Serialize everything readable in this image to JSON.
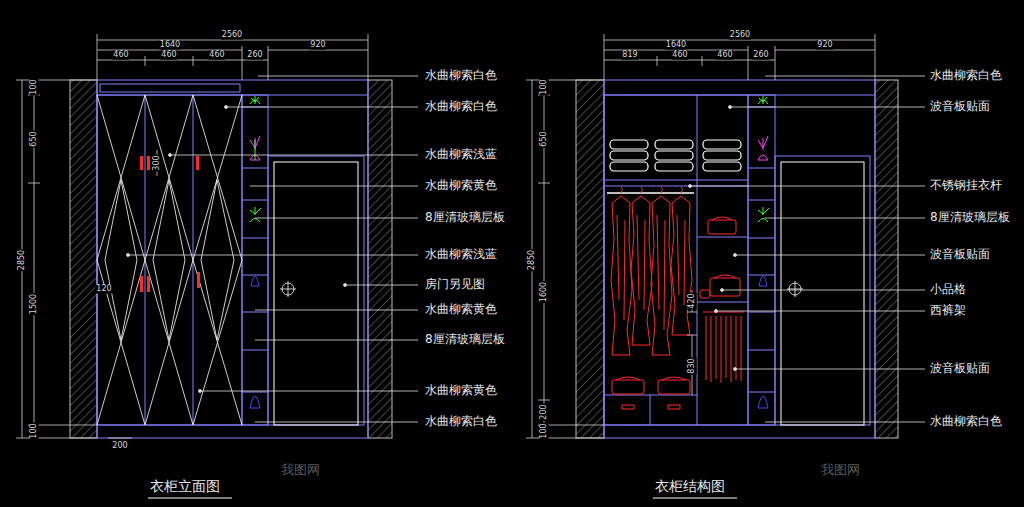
{
  "diagram": {
    "labels": [
      "2560",
      "1640",
      "920",
      "460",
      "460",
      "460",
      "260",
      "100",
      "650",
      "2850",
      "1500",
      "100",
      "300",
      "120",
      "200",
      "2560",
      "1640",
      "920",
      "819",
      "460",
      "460",
      "260",
      "100",
      "650",
      "2850",
      "1600",
      "200",
      "100",
      "420",
      "830",
      "水曲柳索白色",
      "水曲柳索白色",
      "水曲柳索浅蓝",
      "水曲柳索黄色",
      "8厘清玻璃层板",
      "水曲柳索浅蓝",
      "房门另见图",
      "水曲柳索黄色",
      "8厘清玻璃层板",
      "水曲柳索黄色",
      "水曲柳索白色",
      "水曲柳索白色",
      "波音板贴面",
      "不锈钢挂衣杆",
      "8厘清玻璃层板",
      "波音板贴面",
      "小品格",
      "西裤架",
      "波音板贴面",
      "水曲柳索白色",
      "衣柜立面图",
      "衣柜结构图",
      "我图网",
      "我图网"
    ]
  }
}
